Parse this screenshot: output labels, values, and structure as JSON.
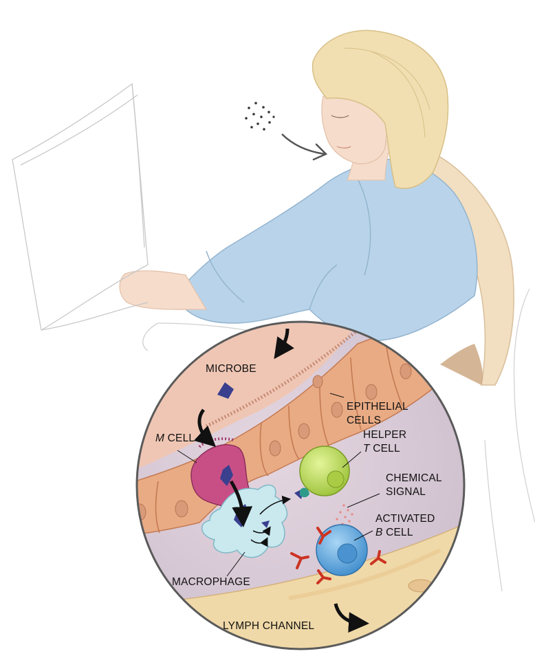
{
  "labels": {
    "microbe": "MICROBE",
    "epithelial_1": "EPITHELIAL",
    "epithelial_2": "CELLS",
    "m_cell_letter": "M",
    "m_cell_word": "CELL",
    "helper_1": "HELPER",
    "helper_t_letter": "T",
    "helper_t_word": "CELL",
    "chemical_1": "CHEMICAL",
    "chemical_2": "SIGNAL",
    "activated_1": "ACTIVATED",
    "activated_b_letter": "B",
    "activated_b_word": "CELL",
    "macrophage": "MACROPHAGE",
    "lymph": "LYMPH CHANNEL"
  },
  "colors": {
    "skin": "#f6dccb",
    "hair": "#f1dfb2",
    "shirt": "#b9d4ea",
    "chair": "#f2dec0",
    "inset_bg": "#dccbd6",
    "epithelium": "#e9ab84",
    "m_cell": "#c84f86",
    "microbe": "#3a3f8e",
    "macrophage": "#c9e9ef",
    "helper_t": "#b8d94e",
    "b_cell": "#5aa6dd",
    "antibody": "#cc3322",
    "lymph": "#f0d9a8"
  }
}
